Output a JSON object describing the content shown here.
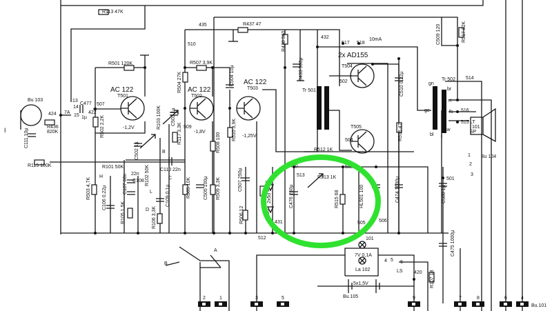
{
  "title": "Transistor amplifier circuit schematic",
  "highlight_color": "#2fe22f",
  "labels": [
    "R113 47K",
    "R437 47",
    "435",
    "510",
    "R438 560",
    "C433 500µ",
    "432",
    "517",
    "518",
    "10mA",
    "2x AD155",
    "T504",
    "502",
    "Tr 501",
    "C510 0,22µ",
    "T505",
    "504",
    "R512 1K",
    "R516 47",
    "C509 120",
    "R517 82K",
    "Tr 502",
    "514",
    "gn",
    "br",
    "rt",
    "ge",
    "fs",
    "516",
    "515",
    "bl",
    "sw",
    "LT",
    "101",
    "SP",
    "R501 120K",
    "AC 122",
    "T501",
    "AC 122",
    "T502",
    "AC 122",
    "T503",
    "R507 3,9K",
    "R504 27K",
    "C504 10µ",
    "-1,2V",
    "-1,8V",
    "-1,25V",
    "Bu 103",
    "R436",
    "820K",
    "424",
    "C111 10µ",
    "C477",
    "1µ",
    "13",
    "14",
    "7A",
    "15",
    "507",
    "422",
    "R502 2,2K",
    "R103 100K",
    "C503 1µ",
    "509",
    "R117 3,3K",
    "R508 100",
    "R510 3,9K",
    "C502 1µ",
    "C110 22n",
    "R115 100K",
    "R101 50K",
    "22n",
    "C108",
    "R102 50K",
    "C107 68n",
    "R503 4,7K",
    "C106 0,22µ",
    "R105 1,5K",
    "R106 3,3K",
    "C109 0,1µ",
    "R505 10K",
    "C505 100µ",
    "R509 3,3K",
    "C507 250µ",
    "R506 12",
    "D405",
    "2x5d",
    "D406",
    "512",
    "431",
    "430",
    "513",
    "R513 1K",
    "503",
    "C476 250µ",
    "R515 68",
    "HL501 100",
    "505",
    "506",
    "C474 1000µ",
    "501",
    "C508 1µ",
    "C475 1000µ",
    "Bu 104",
    "1",
    "2",
    "3",
    "101",
    "7V 0,1A",
    "La 102",
    "4",
    "5",
    "6",
    "LS",
    "420",
    "R107 18",
    "5x1,5V",
    "Bu.105",
    "Bu.101",
    "A",
    "B",
    "H",
    "L",
    "B",
    "C",
    "D",
    "I"
  ],
  "connector_pins": [
    "2",
    "1",
    "3",
    "5",
    "9",
    "7",
    "8",
    "6",
    "4"
  ]
}
